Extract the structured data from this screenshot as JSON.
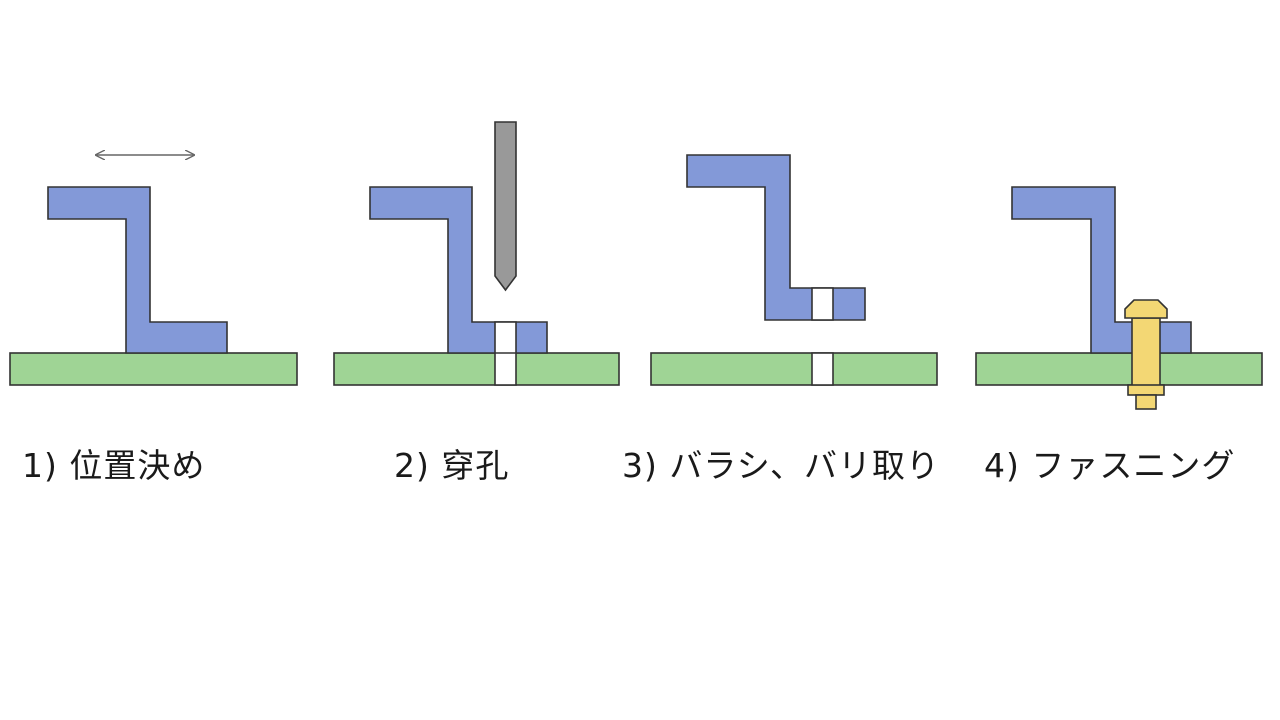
{
  "colors": {
    "bracket": "#8399d8",
    "base": "#9fd495",
    "tool": "#999999",
    "bolt": "#f3d774",
    "outline": "#333333",
    "hole": "#ffffff",
    "arrow": "#666666"
  },
  "steps": [
    {
      "label": "1) 位置決め"
    },
    {
      "label": "2) 穿孔"
    },
    {
      "label": "3) バラシ、バリ取り"
    },
    {
      "label": "4) ファスニング"
    }
  ]
}
